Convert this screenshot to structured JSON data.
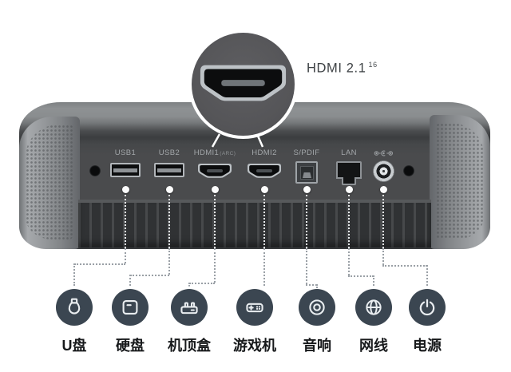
{
  "callout": {
    "title": "HDMI 2.1",
    "superscript": "16"
  },
  "rear_panel": {
    "ports": [
      {
        "label": "USB1",
        "type": "usb"
      },
      {
        "label": "USB2",
        "type": "usb"
      },
      {
        "label": "HDMI1",
        "sublabel": "(ARC)",
        "type": "hdmi"
      },
      {
        "label": "HDMI2",
        "type": "hdmi"
      },
      {
        "label": "S/PDIF",
        "type": "optical-audio"
      },
      {
        "label": "LAN",
        "type": "ethernet"
      },
      {
        "label": "",
        "type": "dc-power",
        "icon": "dc-polarity-icon"
      }
    ]
  },
  "connected_devices": [
    {
      "label": "U盘",
      "icon": "usb-drive-icon"
    },
    {
      "label": "硬盘",
      "icon": "hard-disk-icon"
    },
    {
      "label": "机顶盒",
      "icon": "set-top-box-icon"
    },
    {
      "label": "游戏机",
      "icon": "game-console-icon"
    },
    {
      "label": "音响",
      "icon": "speaker-icon"
    },
    {
      "label": "网线",
      "icon": "network-icon"
    },
    {
      "label": "电源",
      "icon": "power-icon"
    }
  ],
  "colors": {
    "device_body": "#4a4b4d",
    "icon_circle": "#3b4651",
    "leader_line": "#9aa0a6",
    "port_label": "#a3a7aa",
    "inset_circle": "#555558"
  }
}
